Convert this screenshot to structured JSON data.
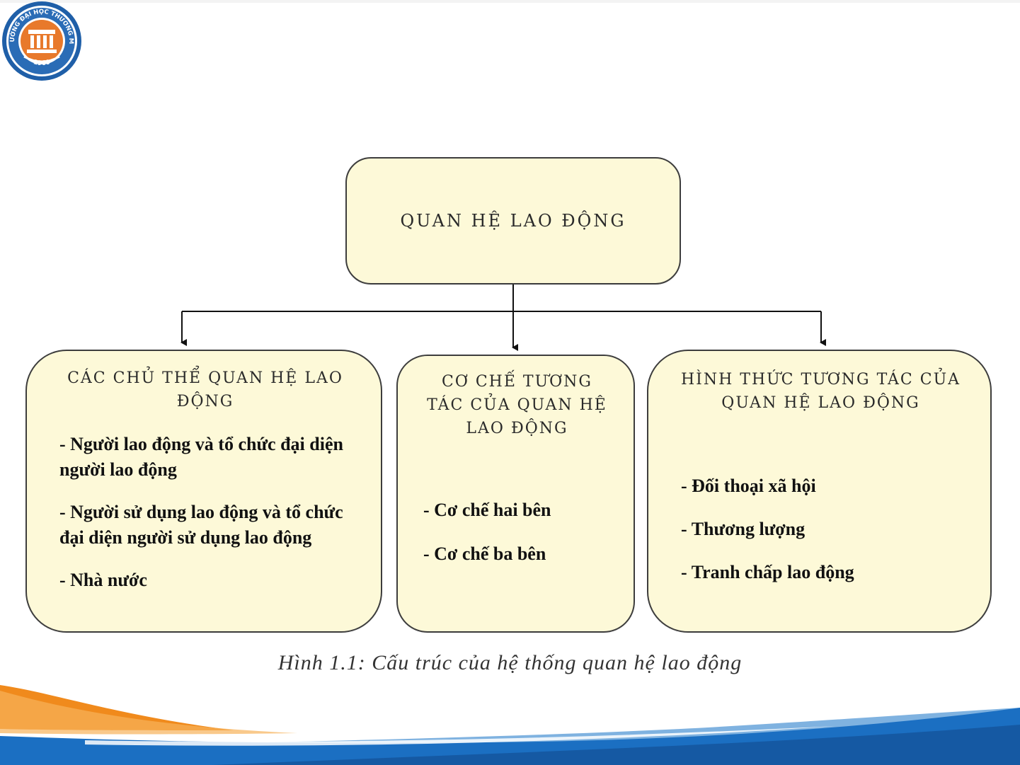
{
  "logo": {
    "ring_text_top": "TRƯỜNG ĐẠI HỌC THƯƠNG MẠI",
    "year": "1960",
    "colors": {
      "ring": "#1f5fa8",
      "building": "#e8792b"
    }
  },
  "diagram": {
    "root": {
      "label": "QUAN HỆ LAO ĐỘNG"
    },
    "branches": [
      {
        "title": "CÁC CHỦ THỂ QUAN HỆ LAO ĐỘNG",
        "items": [
          "- Người lao động và tổ chức đại diện người lao động",
          "- Người sử dụng lao động và tổ chức đại diện người sử dụng lao động",
          "- Nhà nước"
        ]
      },
      {
        "title": "CƠ CHẾ TƯƠNG TÁC CỦA QUAN HỆ LAO ĐỘNG",
        "items": [
          "- Cơ chế hai bên",
          "- Cơ chế ba bên"
        ]
      },
      {
        "title": "HÌNH THỨC TƯƠNG TÁC CỦA QUAN HỆ LAO ĐỘNG",
        "items": [
          "- Đối thoại xã hội",
          "- Thương lượng",
          "- Tranh chấp lao động"
        ]
      }
    ],
    "caption": "Hình 1.1: Cấu trúc của hệ thống quan hệ lao động"
  },
  "colors": {
    "box_fill": "#fdf9d8",
    "box_border": "#3d3d3d",
    "wave_blue": "#1b6fc2",
    "wave_orange": "#f08a1c"
  }
}
